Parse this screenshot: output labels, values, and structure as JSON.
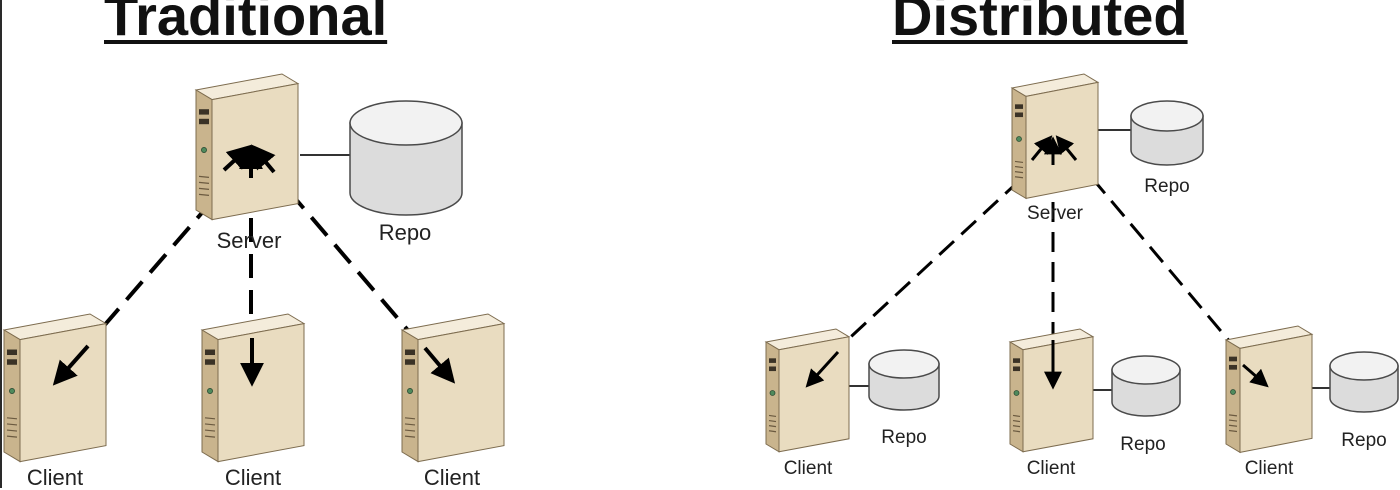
{
  "traditional": {
    "title": "Traditional",
    "server_label": "Server",
    "repo_label": "Repo",
    "clients": [
      {
        "label": "Client"
      },
      {
        "label": "Client"
      },
      {
        "label": "Client"
      }
    ]
  },
  "distributed": {
    "title": "Distributed",
    "server_label": "Server",
    "repo_label": "Repo",
    "clients": [
      {
        "label": "Client",
        "repo_label": "Repo"
      },
      {
        "label": "Client",
        "repo_label": "Repo"
      },
      {
        "label": "Client",
        "repo_label": "Repo"
      }
    ]
  },
  "icons": {
    "server": "server-tower-icon",
    "client": "client-tower-icon",
    "repo": "database-cylinder-icon"
  },
  "colors": {
    "tower_front": "#e9dcc0",
    "tower_side": "#c9b48d",
    "tower_top": "#f4ecdb",
    "tower_outline": "#7d6c4f",
    "repo_body": "#dcdcdc",
    "repo_outline": "#4a4a4a",
    "connector": "#000000"
  }
}
